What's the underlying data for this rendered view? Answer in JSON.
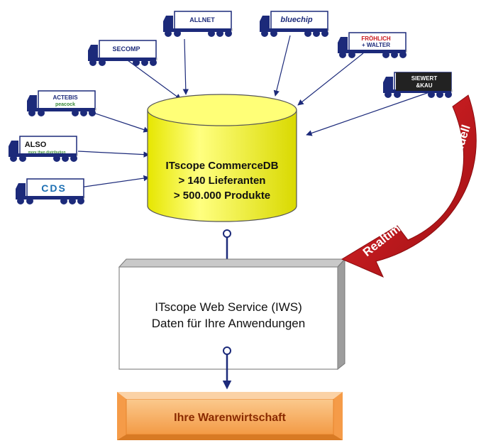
{
  "database": {
    "line1": "ITscope CommerceDB",
    "line2": "> 140 Lieferanten",
    "line3": "> 500.000 Produkte"
  },
  "web_service": {
    "line1": "ITscope Web Service (IWS)",
    "line2": "Daten für Ihre Anwendungen"
  },
  "erp": {
    "label": "Ihre Warenwirtschaft"
  },
  "arrow": {
    "label_realtime": "Realtime",
    "label_individuell": "Individuell"
  },
  "suppliers": [
    {
      "logo": "ALLNET"
    },
    {
      "logo": "bluechip"
    },
    {
      "logo": "SECOMP"
    },
    {
      "logo": "FRÖHLICH",
      "logo2": "+ WALTER"
    },
    {
      "logo": "SIEWERT",
      "logo2": "&KAU"
    },
    {
      "logo": "ACTEBIS",
      "logo2": "peacock"
    },
    {
      "logo": "ALSO",
      "logo2": "more than distribution"
    },
    {
      "logo": "CDS"
    }
  ],
  "colors": {
    "truck": "#1c2a7a",
    "database_fill": "#ffff66",
    "arrow": "#c8171c",
    "erp_fill": "#f7b26b",
    "connector": "#1c2a7a"
  }
}
